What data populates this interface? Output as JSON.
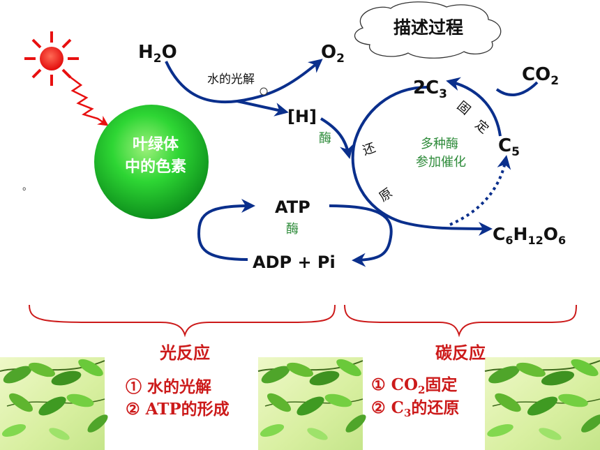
{
  "title": "描述过程",
  "pigment": {
    "line1": "叶绿体",
    "line2": "中的色素"
  },
  "molecules": {
    "h2o": {
      "main": "H",
      "sub": "2",
      "tail": "O"
    },
    "o2": {
      "main": "O",
      "sub": "2"
    },
    "h": "[H]",
    "atp": "ATP",
    "adp": "ADP + Pi",
    "co2": {
      "main": "CO",
      "sub": "2"
    },
    "c3": {
      "main": "2C",
      "sub": "3"
    },
    "c5": {
      "main": "C",
      "sub": "5"
    },
    "glucose": {
      "c": "C",
      "c_sub": "6",
      "h": "H",
      "h_sub": "12",
      "o": "O",
      "o_sub": "6"
    }
  },
  "labels": {
    "photolysis": "水的光解",
    "enzyme_h": "酶",
    "enzyme_atp": "酶",
    "reduce_1": "还",
    "reduce_2": "原",
    "fix_1": "固",
    "fix_2": "定",
    "catalysis_1": "多种酶",
    "catalysis_2": "参加催化",
    "small_mark": "。"
  },
  "sections": {
    "light": {
      "heading": "光反应",
      "items": [
        {
          "num": "①",
          "text": " 水的光解"
        },
        {
          "num": "②",
          "text": " ATP的形成"
        }
      ]
    },
    "dark": {
      "heading": "碳反应",
      "items": [
        {
          "num": "①",
          "pre": " CO",
          "sub": "2",
          "post": "固定"
        },
        {
          "num": "②",
          "pre": " C",
          "sub": "3",
          "post": "的还原"
        }
      ]
    }
  },
  "colors": {
    "arrow_blue": "#0a2f8c",
    "enzyme_green": "#2e8b3a",
    "section_red": "#cc1a1a",
    "sun_red": "#e81010",
    "sphere_green": "#22c82a"
  }
}
